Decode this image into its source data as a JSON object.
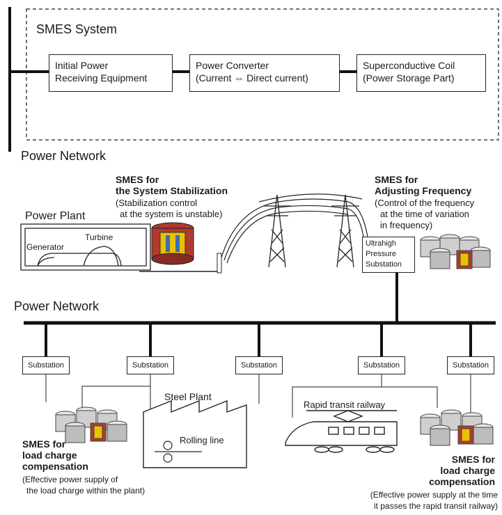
{
  "smes_system": {
    "title": "SMES System",
    "boxes": [
      {
        "line1": "Initial Power",
        "line2": "Receiving Equipment"
      },
      {
        "line1": "Power Converter",
        "line2": "(Current ⇔ Direct current)"
      },
      {
        "line1": "Superconductive Coil",
        "line2": "(Power Storage Part)"
      }
    ]
  },
  "upper": {
    "network_label": "Power Network",
    "plant_label": "Power Plant",
    "turbine_label": "Turbine",
    "generator_label": "Generator",
    "stab_title1": "SMES for",
    "stab_title2": "the System Stabilization",
    "stab_desc1": "(Stabilization control",
    "stab_desc2": "at the system is unstable)",
    "freq_title1": "SMES for",
    "freq_title2": "Adjusting Frequency",
    "freq_desc1": "(Control of the frequency",
    "freq_desc2": "at the time of variation",
    "freq_desc3": "in frequency)",
    "uhp1": "Ultrahigh",
    "uhp2": "Pressure",
    "uhp3": "Substation"
  },
  "lower": {
    "network_label": "Power Network",
    "substations": [
      "Substation",
      "Substation",
      "Substation",
      "Substation",
      "Substation"
    ],
    "steel_plant": "Steel Plant",
    "rolling_line": "Rolling line",
    "railway": "Rapid transit railway",
    "left_title1": "SMES for",
    "left_title2": "load charge",
    "left_title3": "compensation",
    "left_desc1": "(Effective power supply of",
    "left_desc2": "the load charge within the plant)",
    "right_title1": "SMES for",
    "right_title2": "load charge",
    "right_title3": "compensation",
    "right_desc1": "(Effective power supply at the time",
    "right_desc2": "it passes the rapid transit railway)"
  },
  "colors": {
    "line": "#111111",
    "coil_red": "#c0392b",
    "coil_yellow": "#e6c200",
    "tank_gray": "#cfcfcf"
  }
}
